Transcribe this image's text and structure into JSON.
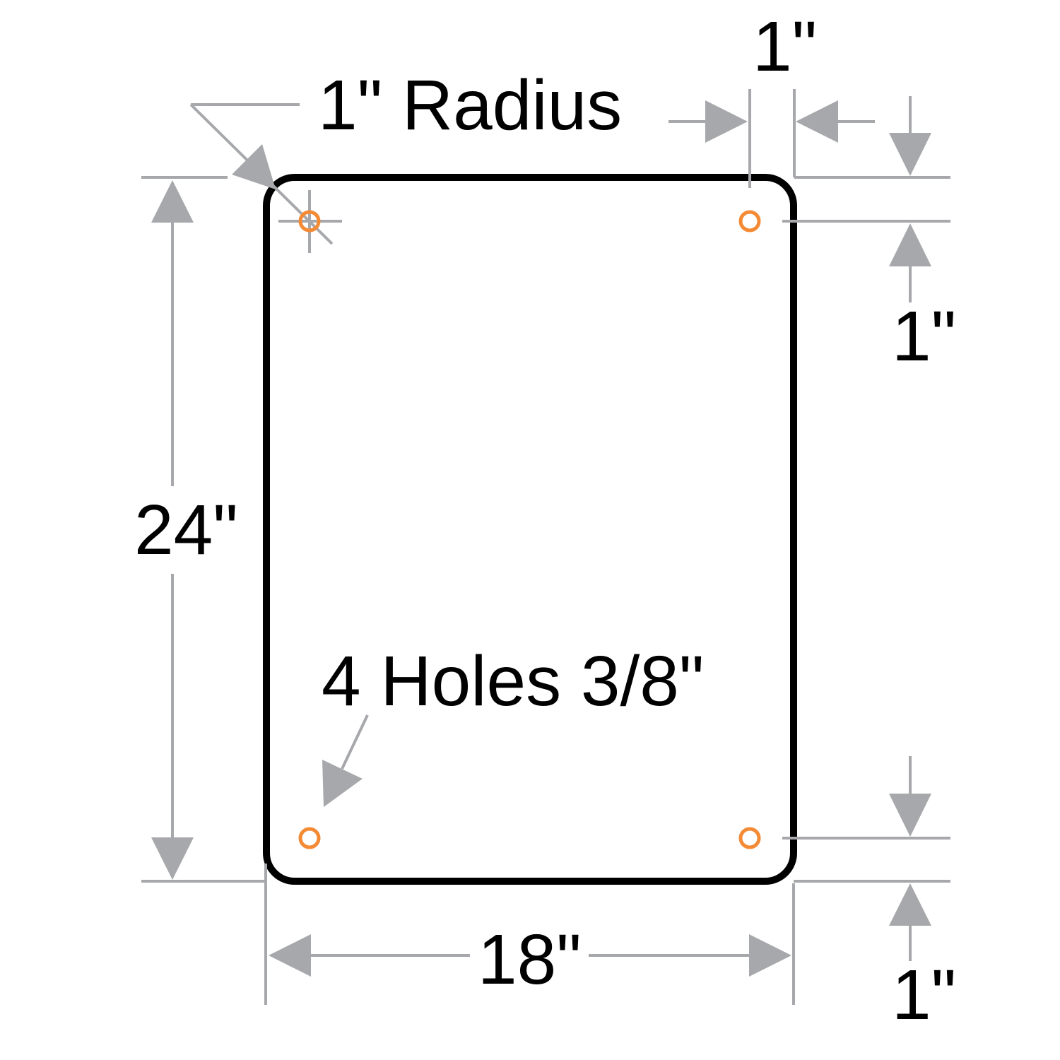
{
  "colors": {
    "outline": "#000000",
    "dimension": "#a7a8ab",
    "hole": "#f58a35",
    "background": "#ffffff"
  },
  "labels": {
    "radius": "1\" Radius",
    "top_margin_horizontal": "1\"",
    "top_margin_vertical": "1\"",
    "height": "24\"",
    "holes": "4 Holes 3/8\"",
    "width": "18\"",
    "bottom_margin_vertical": "1\""
  }
}
